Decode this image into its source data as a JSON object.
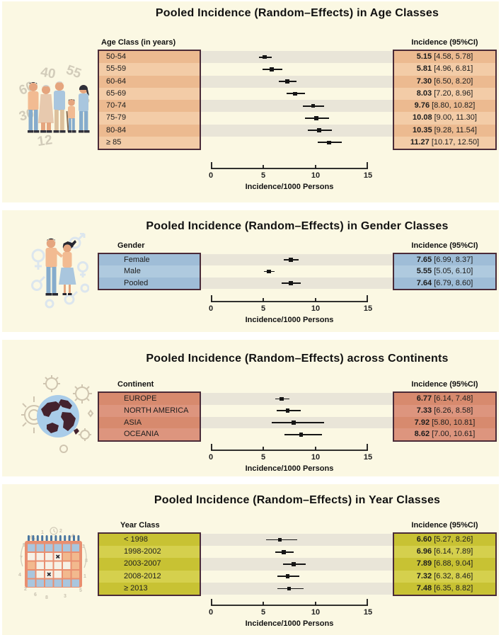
{
  "colors": {
    "page_bg": "#FFFFFF",
    "card_bg": "#FBF8E3",
    "stripe": "#E9E5D8",
    "box_border": "#4A2B38",
    "marker": "#151515",
    "text": "#1D1D1D"
  },
  "chart_data": [
    {
      "type": "forest",
      "title": "Pooled Incidence (Random–Effects) in Age Classes",
      "category_header": "Age Class (in years)",
      "value_header": "Incidence (95%CI)",
      "xlabel": "Incidence/1000 Persons",
      "xlim": [
        0,
        15
      ],
      "xticks": [
        0,
        5,
        10,
        15
      ],
      "icon": "family-group-icon",
      "row_color_dark": "#ECBA90",
      "row_color_light": "#F3CCA7",
      "categories": [
        "50-54",
        "55-59",
        "60-64",
        "65-69",
        "70-74",
        "75-79",
        "80-84",
        "≥ 85"
      ],
      "values": [
        5.15,
        5.81,
        7.3,
        8.03,
        9.76,
        10.08,
        10.35,
        11.27
      ],
      "ci_low": [
        4.58,
        4.96,
        6.5,
        7.2,
        8.8,
        9.0,
        9.28,
        10.17
      ],
      "ci_high": [
        5.78,
        6.81,
        8.2,
        8.96,
        10.82,
        11.3,
        11.54,
        12.5
      ]
    },
    {
      "type": "forest",
      "title": "Pooled Incidence (Random–Effects) in Gender Classes",
      "category_header": "Gender",
      "value_header": "Incidence (95%CI)",
      "xlabel": "Incidence/1000 Persons",
      "xlim": [
        0,
        15
      ],
      "xticks": [
        0,
        5,
        10,
        15
      ],
      "icon": "gender-couple-icon",
      "row_color_dark": "#9FBDD7",
      "row_color_light": "#AFCADF",
      "categories": [
        "Female",
        "Male",
        "Pooled"
      ],
      "values": [
        7.65,
        5.55,
        7.64
      ],
      "ci_low": [
        6.99,
        5.05,
        6.79
      ],
      "ci_high": [
        8.37,
        6.1,
        8.6
      ]
    },
    {
      "type": "forest",
      "title": "Pooled Incidence (Random–Effects) across Continents",
      "category_header": "Continent",
      "value_header": "Incidence (95%CI)",
      "xlabel": "Incidence/1000 Persons",
      "xlim": [
        0,
        15
      ],
      "xticks": [
        0,
        5,
        10,
        15
      ],
      "icon": "globe-compass-icon",
      "row_color_dark": "#D78A6E",
      "row_color_light": "#DD957E",
      "categories": [
        "EUROPE",
        "NORTH AMERICA",
        "ASIA",
        "OCEANIA"
      ],
      "values": [
        6.77,
        7.33,
        7.92,
        8.62
      ],
      "ci_low": [
        6.14,
        6.26,
        5.8,
        7.0
      ],
      "ci_high": [
        7.48,
        8.58,
        10.81,
        10.61
      ]
    },
    {
      "type": "forest",
      "title": "Pooled Incidence (Random–Effects) in Year Classes",
      "category_header": "Year Class",
      "value_header": "Incidence (95%CI)",
      "xlabel": "Incidence/1000 Persons",
      "xlim": [
        0,
        15
      ],
      "xticks": [
        0,
        5,
        10,
        15
      ],
      "icon": "calendar-icon",
      "row_color_dark": "#C8C233",
      "row_color_light": "#D5D04D",
      "categories": [
        "< 1998",
        "1998-2002",
        "2003-2007",
        "2008-2012",
        "≥ 2013"
      ],
      "values": [
        6.6,
        6.96,
        7.89,
        7.32,
        7.48
      ],
      "ci_low": [
        5.27,
        6.14,
        6.88,
        6.32,
        6.35
      ],
      "ci_high": [
        8.26,
        7.89,
        9.04,
        8.46,
        8.82
      ]
    }
  ]
}
